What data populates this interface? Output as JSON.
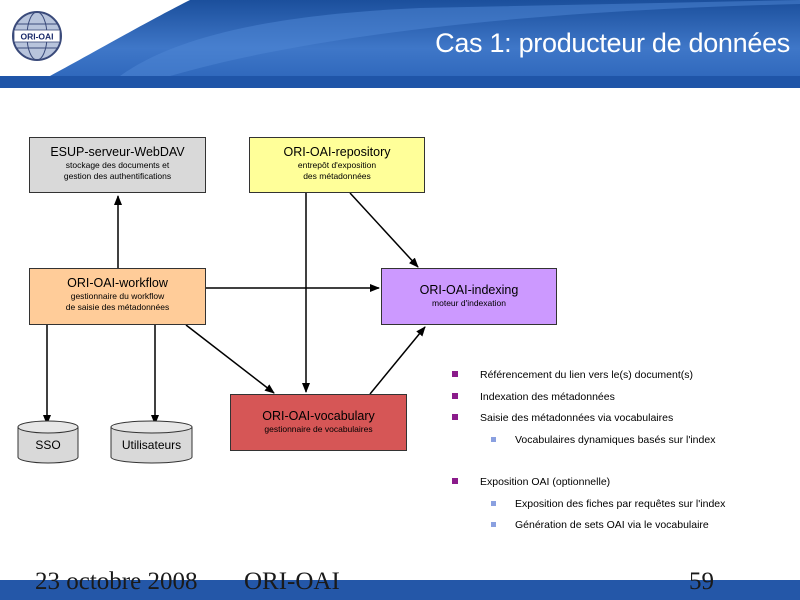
{
  "header": {
    "logo_text": "ORI-OAI",
    "title": "Cas 1: producteur de données"
  },
  "diagram": {
    "webdav": {
      "title": "ESUP-serveur-WebDAV",
      "line1": "stockage des documents et",
      "line2": "gestion des authentifications"
    },
    "repository": {
      "title": "ORI-OAI-repository",
      "line1": "entrepôt d'exposition",
      "line2": "des métadonnées"
    },
    "workflow": {
      "title": "ORI-OAI-workflow",
      "line1": "gestionnaire du workflow",
      "line2": "de saisie des métadonnées"
    },
    "indexing": {
      "title": "ORI-OAI-indexing",
      "line1": "moteur d'indexation"
    },
    "vocabulary": {
      "title": "ORI-OAI-vocabulary",
      "line1": "gestionnaire de vocabulaires"
    },
    "sso": "SSO",
    "users": "Utilisateurs"
  },
  "bullets": {
    "b1": "Référencement du lien vers le(s) document(s)",
    "b2": "Indexation des métadonnées",
    "b3": "Saisie des métadonnées via vocabulaires",
    "b3a": "Vocabulaires dynamiques basés sur l'index",
    "b4": "Exposition OAI (optionnelle)",
    "b4a": "Exposition des fiches par requêtes sur l'index",
    "b4b": "Génération de sets OAI via le vocabulaire"
  },
  "footer": {
    "date": "23 octobre 2008",
    "name": "ORI-OAI",
    "page": "59"
  },
  "colors": {
    "header_blue": "#2a63b8",
    "webdav_fill": "#d9d9d9",
    "repository_fill": "#ffff99",
    "workflow_fill": "#ffcc99",
    "indexing_fill": "#cc99ff",
    "vocabulary_fill": "#d65656",
    "cylinder_fill": "#d9d9d9",
    "bullet_purple": "#8b1b8b",
    "bullet_blue": "#8aa0e0"
  }
}
